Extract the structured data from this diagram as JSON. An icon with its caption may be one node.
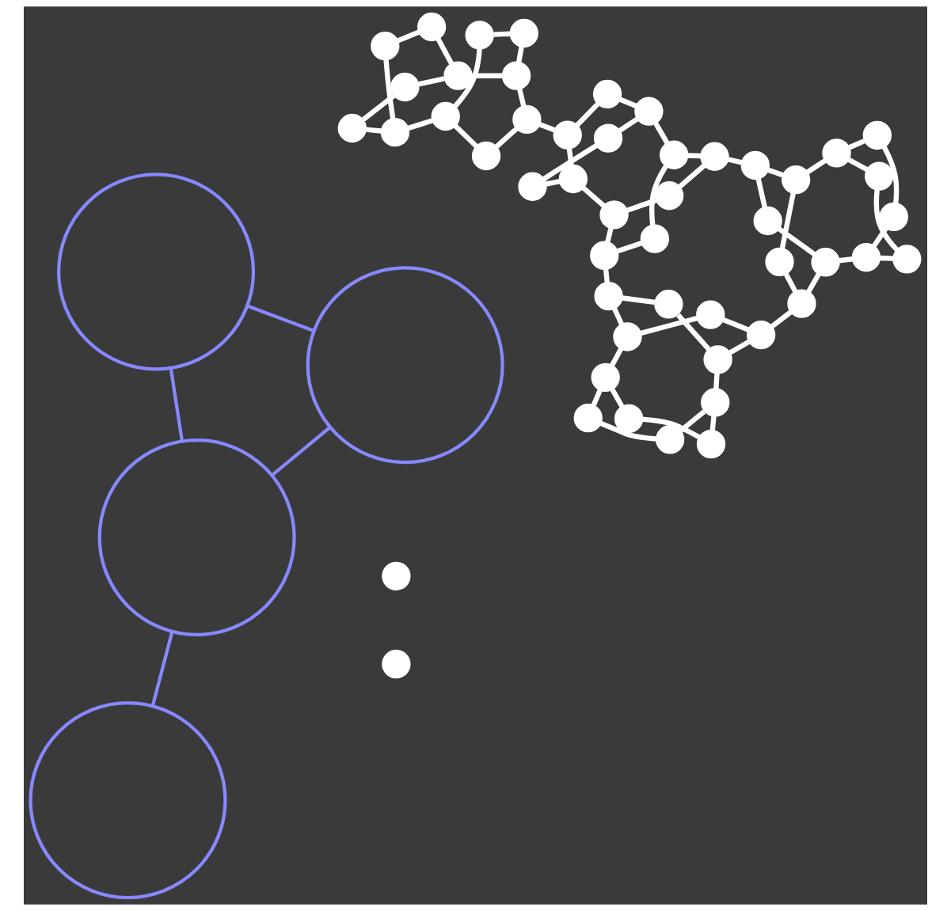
{
  "diagram": {
    "nodes": [
      {
        "text": [],
        "shape": "circle"
      },
      {
        "text": [],
        "shape": "circle"
      },
      {
        "text": [],
        "shape": "circle"
      },
      {
        "text": [],
        "shape": "circle"
      },
      {
        "text": [],
        "shape": "circle"
      },
      {
        "text": [],
        "shape": "circle"
      },
      {
        "text": [],
        "shape": "circle"
      },
      {
        "text": [],
        "shape": "circle"
      },
      {
        "text": [],
        "shape": "circle"
      },
      {
        "text": [],
        "shape": "circle"
      },
      {
        "text": [],
        "shape": "circle"
      },
      {
        "text": [],
        "shape": "circle"
      },
      {
        "text": [],
        "shape": "circle"
      },
      {
        "text": [],
        "shape": "circle"
      },
      {
        "text": [],
        "shape": "circle"
      },
      {
        "text": [],
        "shape": "circle"
      },
      {
        "text": [],
        "shape": "circle"
      },
      {
        "text": [],
        "shape": "circle"
      },
      {
        "text": [],
        "shape": "circle"
      },
      {
        "text": [],
        "shape": "circle"
      },
      {
        "text": [],
        "shape": "circle"
      },
      {
        "text": [],
        "shape": "circle"
      },
      {
        "text": [],
        "shape": "circle"
      },
      {
        "text": [],
        "shape": "circle"
      },
      {
        "text": [],
        "shape": "circle"
      },
      {
        "text": [],
        "shape": "circle"
      },
      {
        "text": [],
        "shape": "circle"
      },
      {
        "text": [],
        "shape": "circle"
      },
      {
        "text": [],
        "shape": "circle"
      },
      {
        "text": [],
        "shape": "circle"
      },
      {
        "text": [],
        "shape": "circle"
      },
      {
        "text": [],
        "shape": "circle"
      },
      {
        "text": [],
        "shape": "circle"
      },
      {
        "text": [],
        "shape": "circle"
      },
      {
        "text": [],
        "shape": "circle"
      },
      {
        "text": [],
        "shape": "circle"
      },
      {
        "text": [],
        "shape": "circle"
      },
      {
        "text": [],
        "shape": "circle"
      },
      {
        "text": [],
        "shape": "circle"
      },
      {
        "text": [],
        "shape": "circle"
      },
      {
        "text": [],
        "shape": "circle"
      },
      {
        "text": [],
        "shape": "circle"
      },
      {
        "text": [],
        "shape": "circle"
      },
      {
        "text": [],
        "shape": "circle"
      },
      {
        "text": [],
        "shape": "circle"
      },
      {
        "text": [],
        "shape": "circle"
      },
      {
        "text": [],
        "shape": "circle"
      },
      {
        "text": [],
        "shape": "circle"
      },
      {
        "text": [],
        "shape": "circle"
      },
      {
        "text": [],
        "shape": "circle"
      },
      {
        "text": [],
        "shape": "circle"
      },
      {
        "text": [],
        "shape": "circle"
      },
      {
        "text": [],
        "shape": "circle"
      },
      {
        "text": [],
        "shape": "circle"
      }
    ],
    "edges": [
      {
        "from": 6,
        "to": 7,
        "arrow": "none",
        "color": "#8888ff"
      },
      {
        "from": 6,
        "to": 50,
        "arrow": "none",
        "color": "#8888ff"
      },
      {
        "from": 6,
        "to": 53,
        "arrow": "none",
        "color": "#8888ff"
      },
      {
        "from": 7,
        "to": 53,
        "arrow": "none",
        "color": "#8888ff"
      },
      {
        "from": 0,
        "to": 2,
        "arrow": "none"
      },
      {
        "from": 2,
        "to": 4,
        "arrow": "none"
      },
      {
        "from": 4,
        "to": 8,
        "arrow": "none"
      },
      {
        "from": 8,
        "to": 10,
        "arrow": "none"
      },
      {
        "from": 10,
        "to": 12,
        "arrow": "none"
      },
      {
        "from": 1,
        "to": 3,
        "arrow": "none"
      },
      {
        "from": 3,
        "to": 5,
        "arrow": "none"
      },
      {
        "from": 5,
        "to": 9,
        "arrow": "none"
      },
      {
        "from": 9,
        "to": 11,
        "arrow": "none"
      },
      {
        "from": 11,
        "to": 13,
        "arrow": "none"
      },
      {
        "from": 0,
        "to": 5,
        "arrow": "none"
      },
      {
        "from": 1,
        "to": 4,
        "arrow": "none"
      },
      {
        "from": 8,
        "to": 13,
        "arrow": "none"
      },
      {
        "from": 9,
        "to": 12,
        "arrow": "none"
      },
      {
        "from": 12,
        "to": 14,
        "arrow": "none"
      },
      {
        "from": 13,
        "to": 24,
        "arrow": "none"
      },
      {
        "from": 16,
        "to": 17,
        "arrow": "none"
      },
      {
        "from": 17,
        "to": 18,
        "arrow": "none"
      },
      {
        "from": 18,
        "to": 19,
        "arrow": "none"
      },
      {
        "from": 19,
        "to": 20,
        "arrow": "none"
      },
      {
        "from": 20,
        "to": 21,
        "arrow": "none"
      },
      {
        "from": 34,
        "to": 35,
        "arrow": "none"
      },
      {
        "from": 35,
        "to": 36,
        "arrow": "none"
      },
      {
        "from": 36,
        "to": 37,
        "arrow": "none"
      },
      {
        "from": 37,
        "to": 38,
        "arrow": "none"
      },
      {
        "from": 38,
        "to": 39,
        "arrow": "none"
      },
      {
        "from": 16,
        "to": 36,
        "arrow": "none"
      },
      {
        "from": 18,
        "to": 34,
        "arrow": "none"
      },
      {
        "from": 19,
        "to": 39,
        "arrow": "none"
      },
      {
        "from": 21,
        "to": 37,
        "arrow": "none"
      },
      {
        "from": 21,
        "to": 40,
        "arrow": "none"
      },
      {
        "from": 24,
        "to": 25,
        "arrow": "none"
      },
      {
        "from": 25,
        "to": 26,
        "arrow": "none"
      },
      {
        "from": 26,
        "to": 27,
        "arrow": "none"
      },
      {
        "from": 27,
        "to": 28,
        "arrow": "none"
      },
      {
        "from": 28,
        "to": 29,
        "arrow": "none"
      },
      {
        "from": 42,
        "to": 43,
        "arrow": "none"
      },
      {
        "from": 43,
        "to": 44,
        "arrow": "none"
      },
      {
        "from": 44,
        "to": 45,
        "arrow": "none"
      },
      {
        "from": 45,
        "to": 46,
        "arrow": "none"
      },
      {
        "from": 46,
        "to": 47,
        "arrow": "none"
      },
      {
        "from": 24,
        "to": 44,
        "arrow": "none"
      },
      {
        "from": 26,
        "to": 42,
        "arrow": "none"
      },
      {
        "from": 27,
        "to": 47,
        "arrow": "none"
      },
      {
        "from": 29,
        "to": 45,
        "arrow": "none"
      },
      {
        "from": 42,
        "to": 23,
        "arrow": "none"
      },
      {
        "from": 14,
        "to": 15,
        "arrow": "none"
      },
      {
        "from": 15,
        "to": 22,
        "arrow": "none"
      },
      {
        "from": 22,
        "to": 30,
        "arrow": "none"
      },
      {
        "from": 30,
        "to": 32,
        "arrow": "none"
      },
      {
        "from": 32,
        "to": 40,
        "arrow": "none"
      },
      {
        "from": 23,
        "to": 31,
        "arrow": "none"
      },
      {
        "from": 31,
        "to": 33,
        "arrow": "none"
      },
      {
        "from": 33,
        "to": 41,
        "arrow": "none"
      },
      {
        "from": 41,
        "to": 48,
        "arrow": "none"
      },
      {
        "from": 48,
        "to": 49,
        "arrow": "none"
      },
      {
        "from": 22,
        "to": 23,
        "arrow": "none"
      },
      {
        "from": 40,
        "to": 41,
        "arrow": "none"
      },
      {
        "from": 14,
        "to": 33,
        "arrow": "none"
      },
      {
        "from": 30,
        "to": 49,
        "arrow": "none"
      }
    ]
  }
}
